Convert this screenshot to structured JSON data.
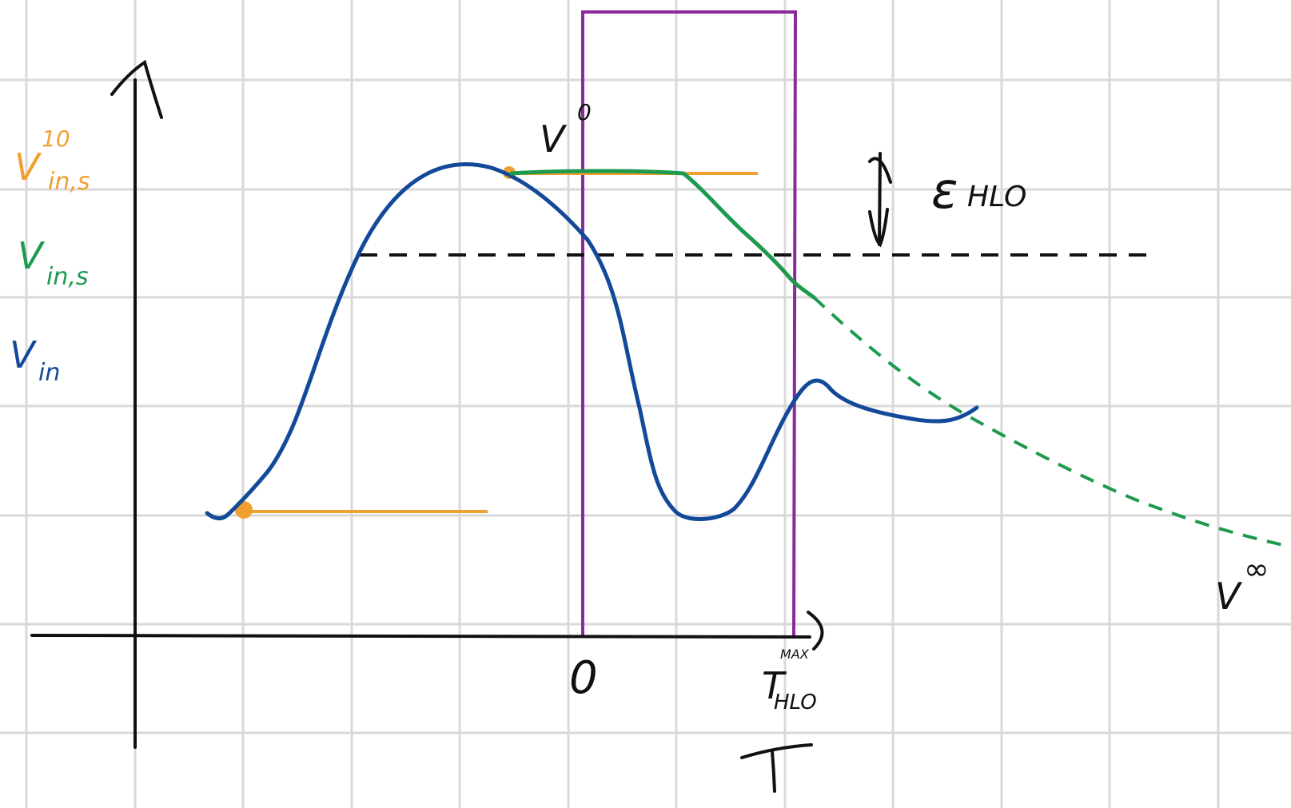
{
  "colors": {
    "background": "#ffffff",
    "grid": "#d9d9d9",
    "ink": "#111111",
    "orange": "#f0a030",
    "green": "#1e9a4e",
    "blue": "#14499a",
    "purple": "#8a2a9a"
  },
  "legend": {
    "orange_base": "V",
    "orange_sup": "10",
    "orange_sub": "in,s",
    "green_base": "V",
    "green_sub": "in,s",
    "blue_base": "V",
    "blue_sub": "in"
  },
  "labels": {
    "v0_base": "V",
    "v0_sup": "0",
    "epsilon_base": "ε",
    "epsilon_sub": "HLO",
    "vinf_base": "V",
    "vinf_sup": "∞",
    "zero_tick": "0",
    "thlo_base": "T",
    "thlo_sup": "MAX",
    "thlo_sub": "HLO",
    "t_axis": "T"
  },
  "icons": {
    "y_axis_arrow": "arrow-up-icon",
    "x_axis_arrow": "arrow-right-icon",
    "epsilon_arrow": "double-arrow-vertical-icon"
  }
}
